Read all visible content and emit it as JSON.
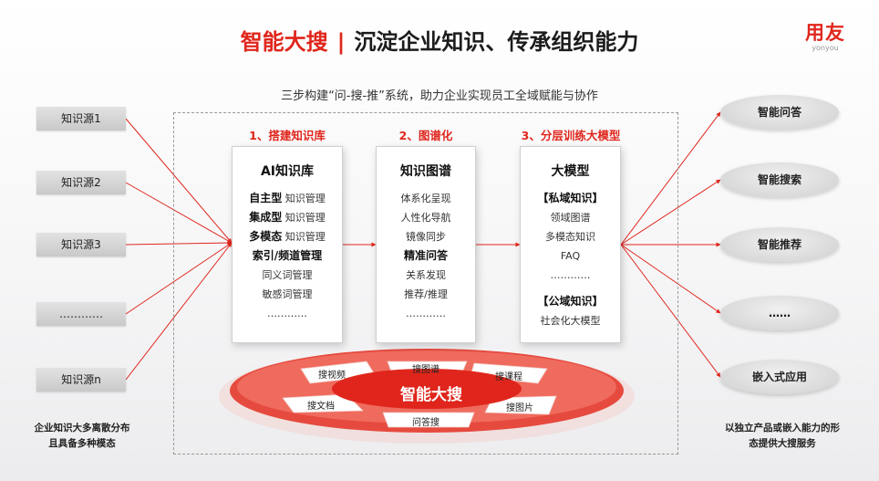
{
  "header": {
    "title_red": "智能大搜",
    "title_sep": "|",
    "title_black": "沉淀企业知识、传承组织能力",
    "logo_main": "用友",
    "logo_sub": "yonyou"
  },
  "subtitle": "三步构建“问-搜-推”系统，助力企业实现员工全域赋能与协作",
  "sources": [
    "知识源1",
    "知识源2",
    "知识源3",
    "…………",
    "知识源n"
  ],
  "left_note": [
    "企业知识大多离散分布",
    "且具备多种模态"
  ],
  "steps": [
    {
      "title": "1、搭建知识库",
      "card_title": "AI知识库",
      "lines": [
        {
          "bold": "自主型",
          "text": " 知识管理"
        },
        {
          "bold": "集成型",
          "text": " 知识管理"
        },
        {
          "bold": "多模态",
          "text": " 知识管理"
        },
        {
          "bold": "索引/频道管理",
          "text": ""
        },
        {
          "bold": "",
          "text": "同义词管理"
        },
        {
          "bold": "",
          "text": "敏感词管理"
        },
        {
          "bold": "",
          "text": "…………"
        }
      ]
    },
    {
      "title": "2、图谱化",
      "card_title": "知识图谱",
      "lines": [
        {
          "bold": "",
          "text": "体系化呈现"
        },
        {
          "bold": "",
          "text": "人性化导航"
        },
        {
          "bold": "",
          "text": "镜像同步"
        },
        {
          "bold": "精准问答",
          "text": ""
        },
        {
          "bold": "",
          "text": "关系发现"
        },
        {
          "bold": "",
          "text": "推荐/推理"
        },
        {
          "bold": "",
          "text": "…………"
        }
      ]
    },
    {
      "title": "3、分层训练大模型",
      "card_title": "大模型",
      "lines": [
        {
          "bold": "【私域知识】",
          "text": ""
        },
        {
          "bold": "",
          "text": "领域图谱"
        },
        {
          "bold": "",
          "text": "多模态知识"
        },
        {
          "bold": "",
          "text": "FAQ"
        },
        {
          "bold": "",
          "text": "…………"
        },
        {
          "bold": "",
          "text": ""
        },
        {
          "bold": "【公域知识】",
          "text": ""
        },
        {
          "bold": "",
          "text": "社会化大模型"
        }
      ]
    }
  ],
  "disc": {
    "center": "智能大搜",
    "segments": [
      "搜视频",
      "搜图谱",
      "搜课程",
      "搜文档",
      "问答搜",
      "搜图片"
    ]
  },
  "outputs": [
    "智能问答",
    "智能搜索",
    "智能推荐",
    "……",
    "嵌入式应用"
  ],
  "right_note": [
    "以独立产品或嵌入能力的形",
    "态提供大搜服务"
  ],
  "colors": {
    "accent": "#e0261c",
    "card_border": "#cfcfcf",
    "pill": "#d6d6d6"
  }
}
